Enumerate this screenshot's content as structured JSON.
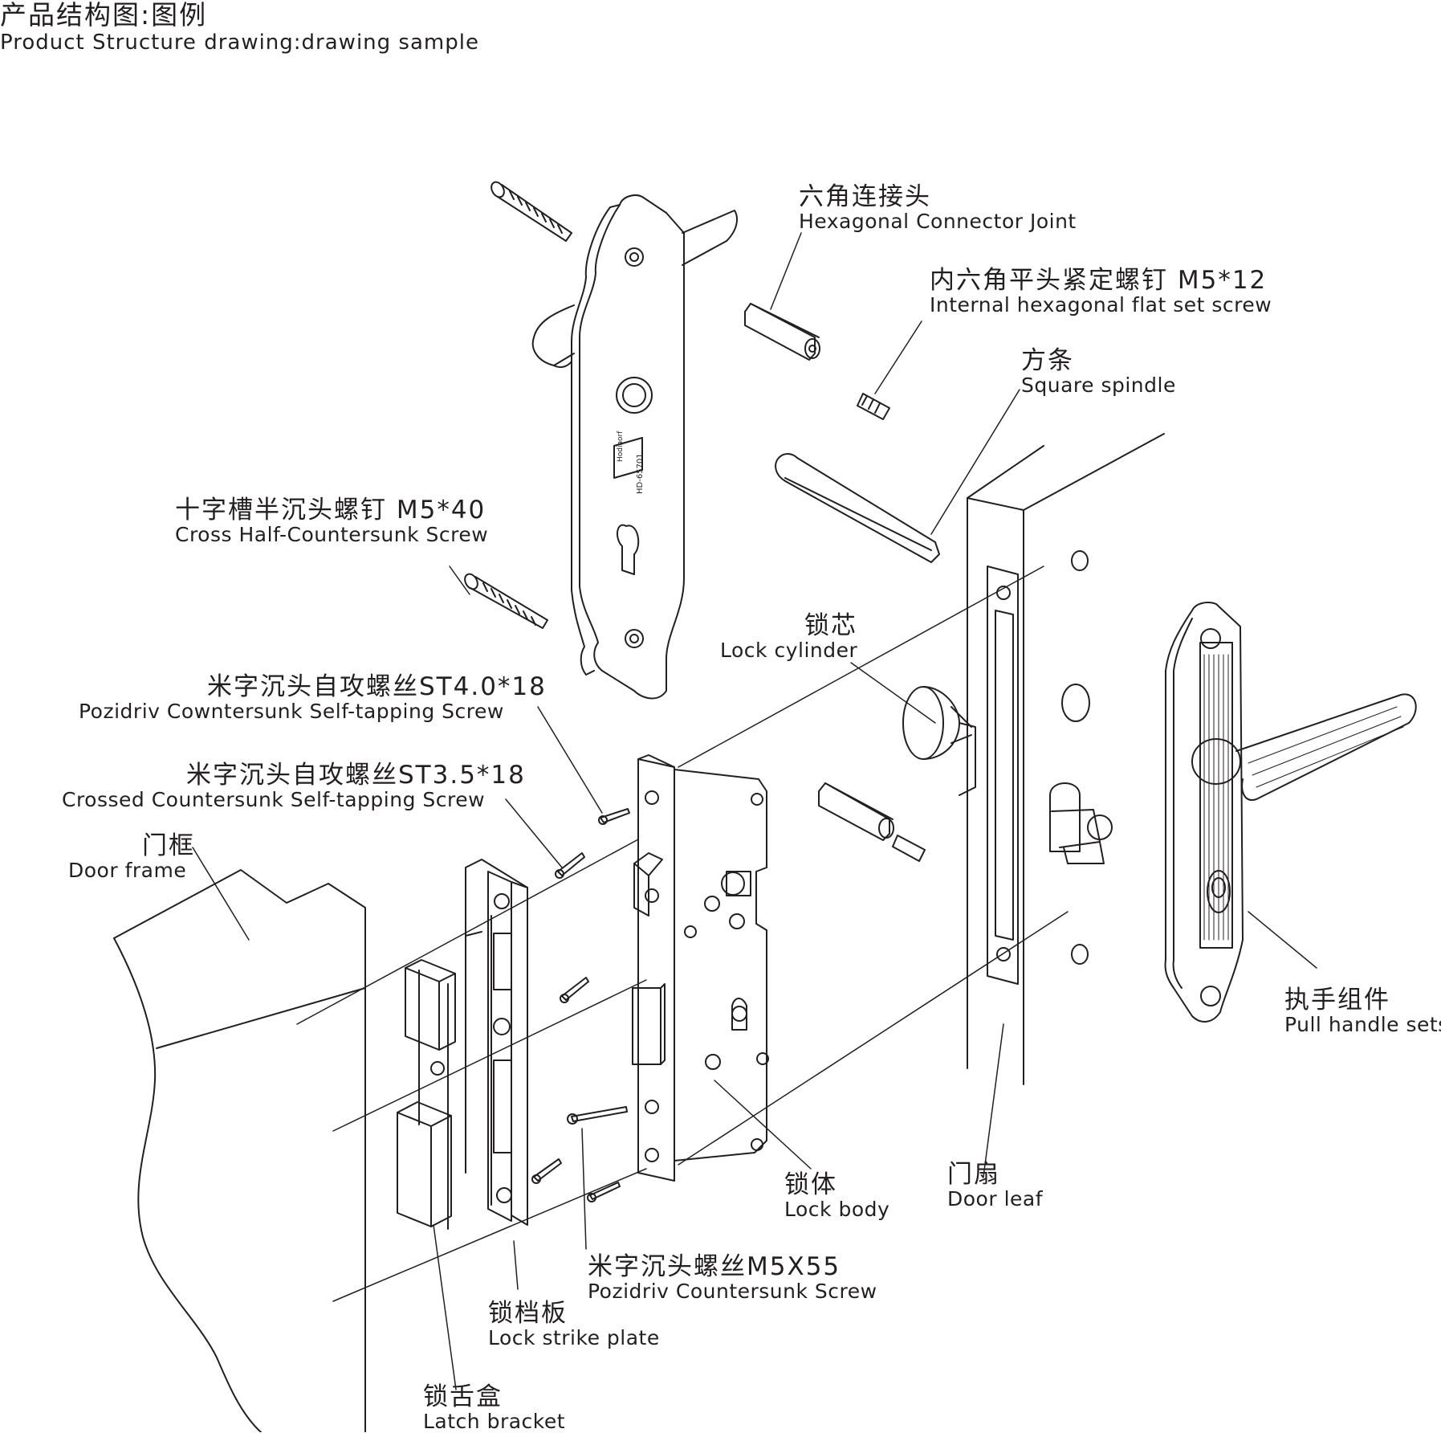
{
  "title": {
    "cn": "产品结构图:图例",
    "en": "Product Structure drawing:drawing sample"
  },
  "parts": [
    {
      "id": "hex-connector-joint",
      "cn": "六角连接头",
      "en": "Hexagonal  Connector Joint"
    },
    {
      "id": "set-screw",
      "cn": "内六角平头紧定螺钉 M5*12",
      "en": "Internal hexagonal flat set screw"
    },
    {
      "id": "square-spindle",
      "cn": "方条",
      "en": "Square spindle"
    },
    {
      "id": "cross-screw",
      "cn": "十字槽半沉头螺钉 M5*40",
      "en": "Cross Half-Countersunk Screw"
    },
    {
      "id": "lock-cylinder",
      "cn": "锁芯",
      "en": "Lock  cylinder"
    },
    {
      "id": "pozidriv-st40",
      "cn": "米字沉头自攻螺丝ST4.0*18",
      "en": "Pozidriv Cowntersunk Self-tapping Screw"
    },
    {
      "id": "crossed-st35",
      "cn": "米字沉头自攻螺丝ST3.5*18",
      "en": "Crossed Countersunk Self-tapping Screw"
    },
    {
      "id": "door-frame",
      "cn": "门框",
      "en": "Door  frame"
    },
    {
      "id": "pull-handle-sets",
      "cn": "执手组件",
      "en": "Pull handle sets"
    },
    {
      "id": "lock-body",
      "cn": "锁体",
      "en": "Lock  body"
    },
    {
      "id": "door-leaf",
      "cn": "门扇",
      "en": "Door  leaf"
    },
    {
      "id": "pozidriv-m5x55",
      "cn": "米字沉头螺丝M5X55",
      "en": "Pozidriv Countersunk Screw"
    },
    {
      "id": "lock-strike-plate",
      "cn": "锁档板",
      "en": "Lock  strike  plate"
    },
    {
      "id": "latch-bracket",
      "cn": "锁舌盒",
      "en": "Latch bracket"
    }
  ],
  "product": {
    "brand": "Hodiaorf",
    "model": "HD-65701"
  },
  "colors": {
    "line": "#231f20",
    "background": "#ffffff"
  }
}
